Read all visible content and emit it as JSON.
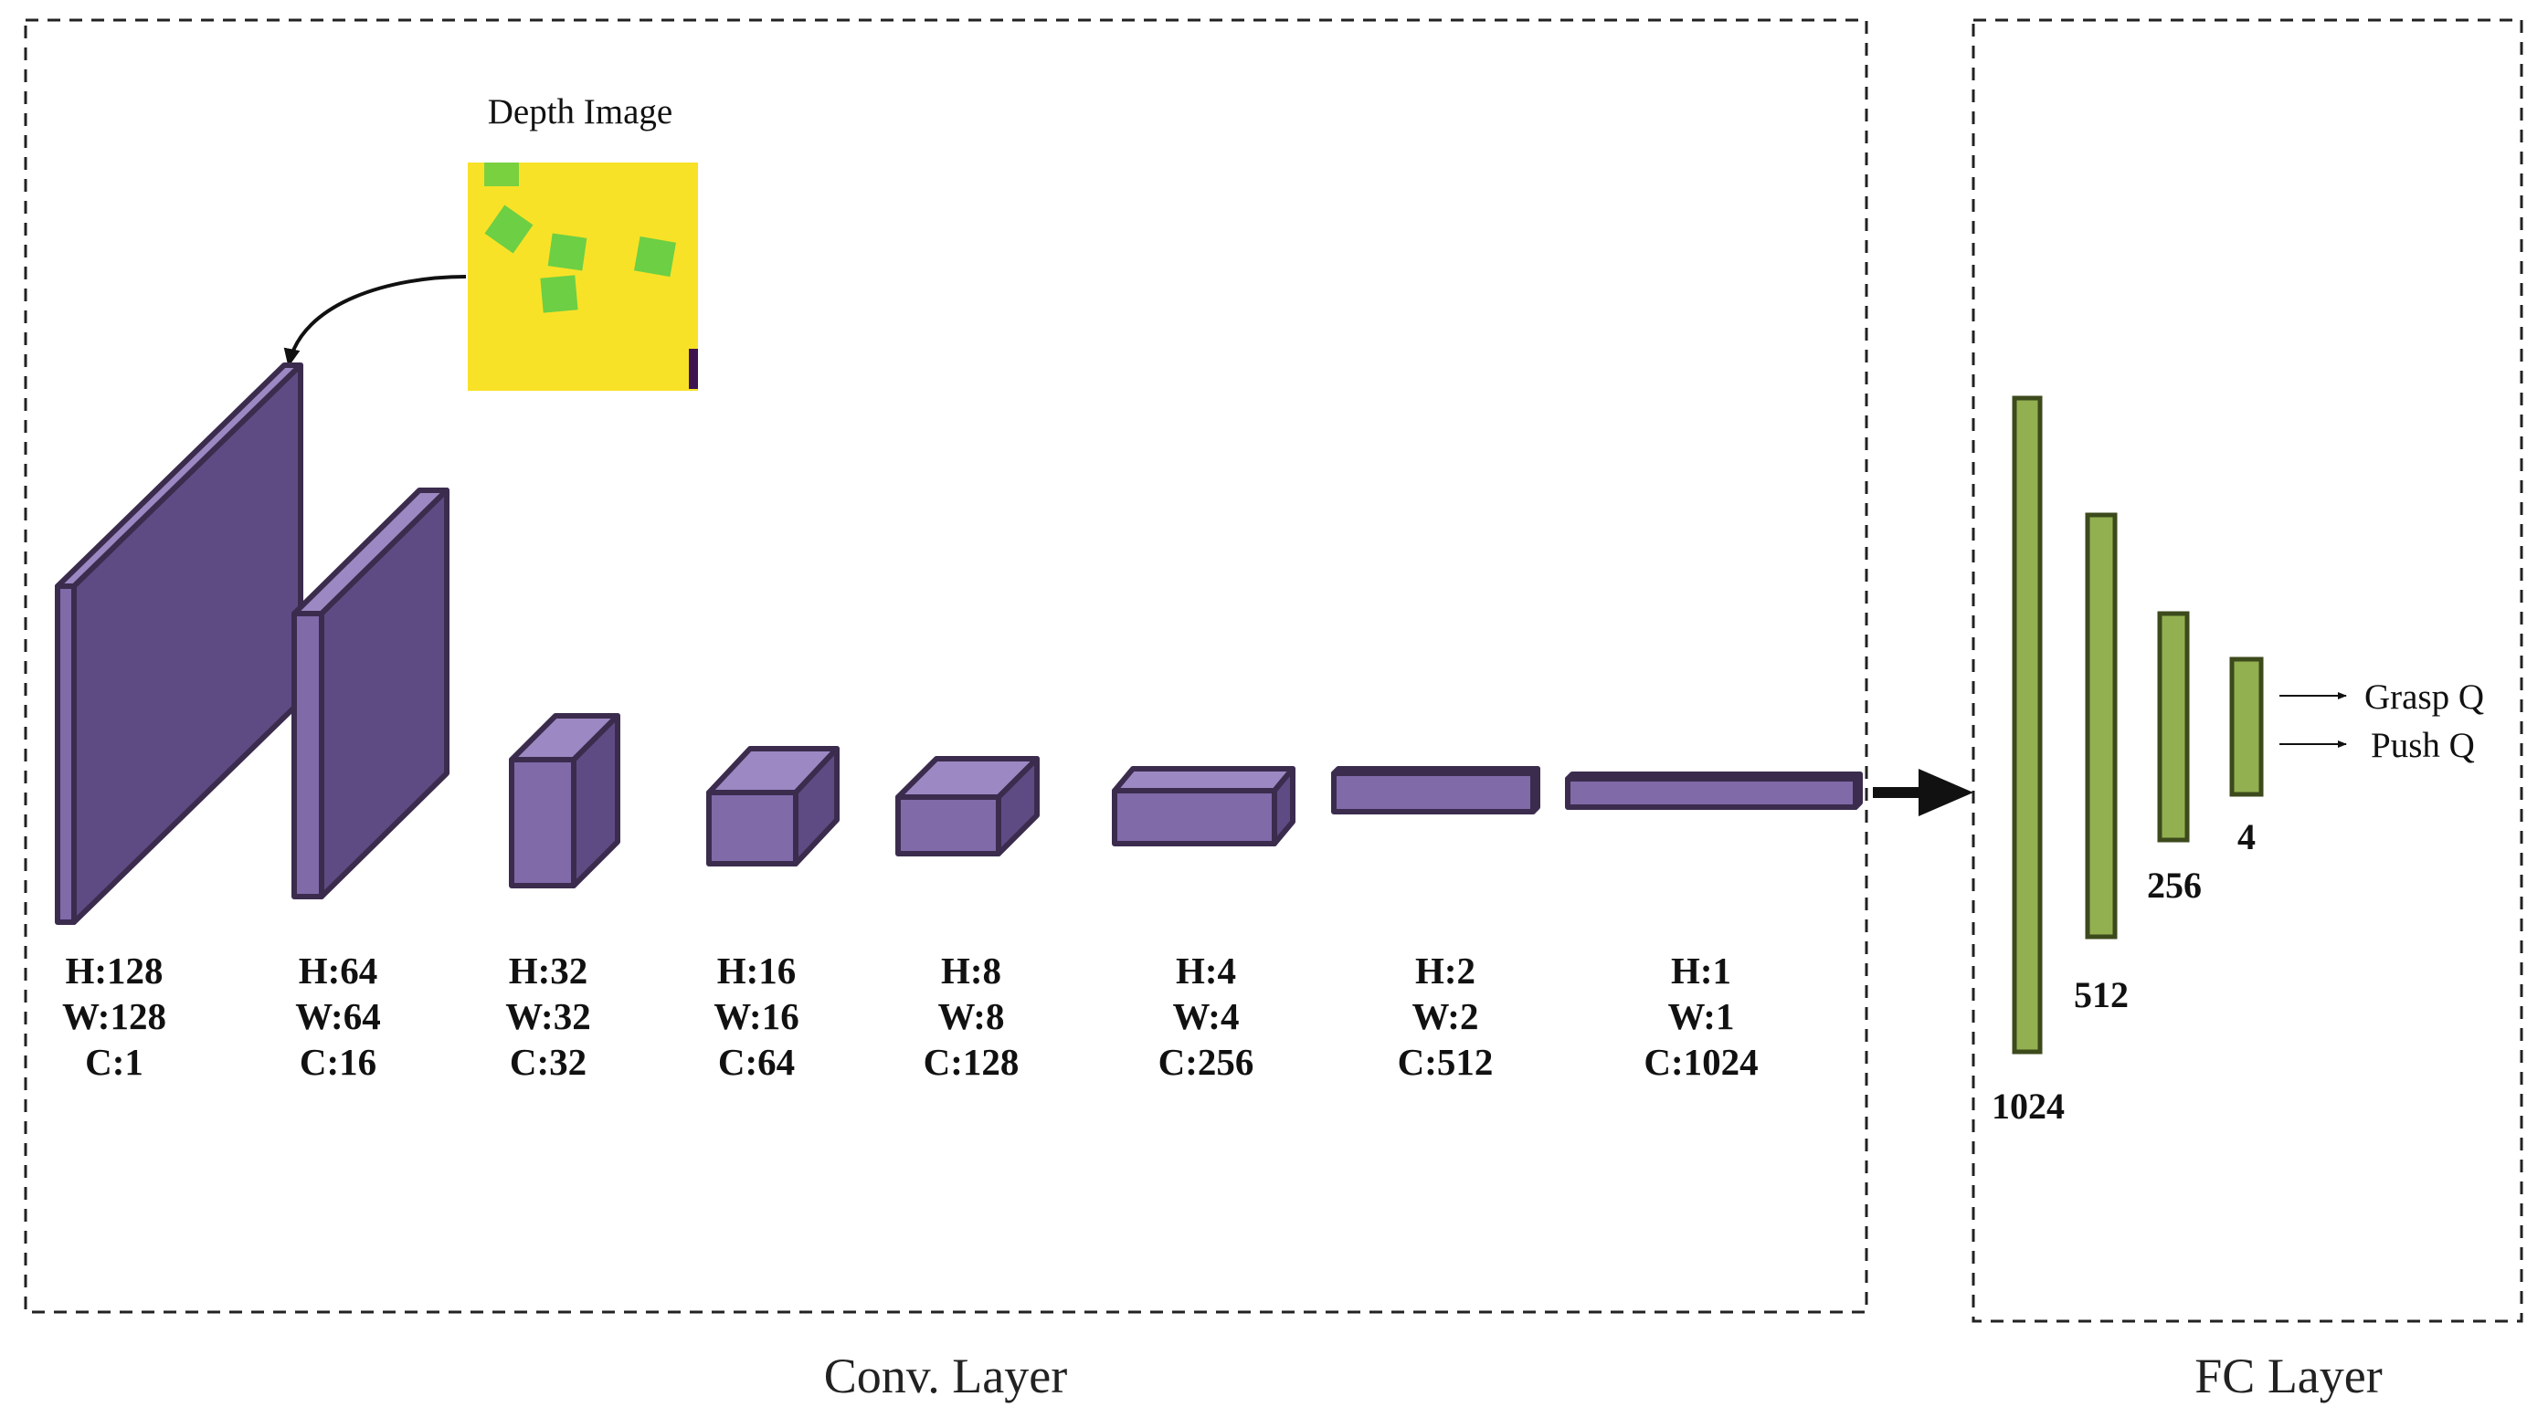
{
  "depth_image": {
    "label": "Depth Image"
  },
  "conv_section": {
    "caption": "Conv. Layer"
  },
  "fc_section": {
    "caption": "FC Layer"
  },
  "conv_layers": [
    {
      "h": "H:128",
      "w": "W:128",
      "c": "C:1"
    },
    {
      "h": "H:64",
      "w": "W:64",
      "c": "C:16"
    },
    {
      "h": "H:32",
      "w": "W:32",
      "c": "C:32"
    },
    {
      "h": "H:16",
      "w": "W:16",
      "c": "C:64"
    },
    {
      "h": "H:8",
      "w": "W:8",
      "c": "C:128"
    },
    {
      "h": "H:4",
      "w": "W:4",
      "c": "C:256"
    },
    {
      "h": "H:2",
      "w": "W:2",
      "c": "C:512"
    },
    {
      "h": "H:1",
      "w": "W:1",
      "c": "C:1024"
    }
  ],
  "fc_layers": [
    {
      "size": "1024"
    },
    {
      "size": "512"
    },
    {
      "size": "256"
    },
    {
      "size": "4"
    }
  ],
  "outputs": [
    {
      "label": "Grasp Q"
    },
    {
      "label": "Push Q"
    }
  ],
  "colors": {
    "conv_front": "#806aa8",
    "conv_side": "#5f4b83",
    "conv_top": "#9c88c2",
    "conv_stroke": "#3b2c4e",
    "fc_fill": "#92b050",
    "fc_stroke": "#3c4a1c",
    "depth_background": "#f8e227",
    "depth_blocks": "#6ccf44"
  }
}
